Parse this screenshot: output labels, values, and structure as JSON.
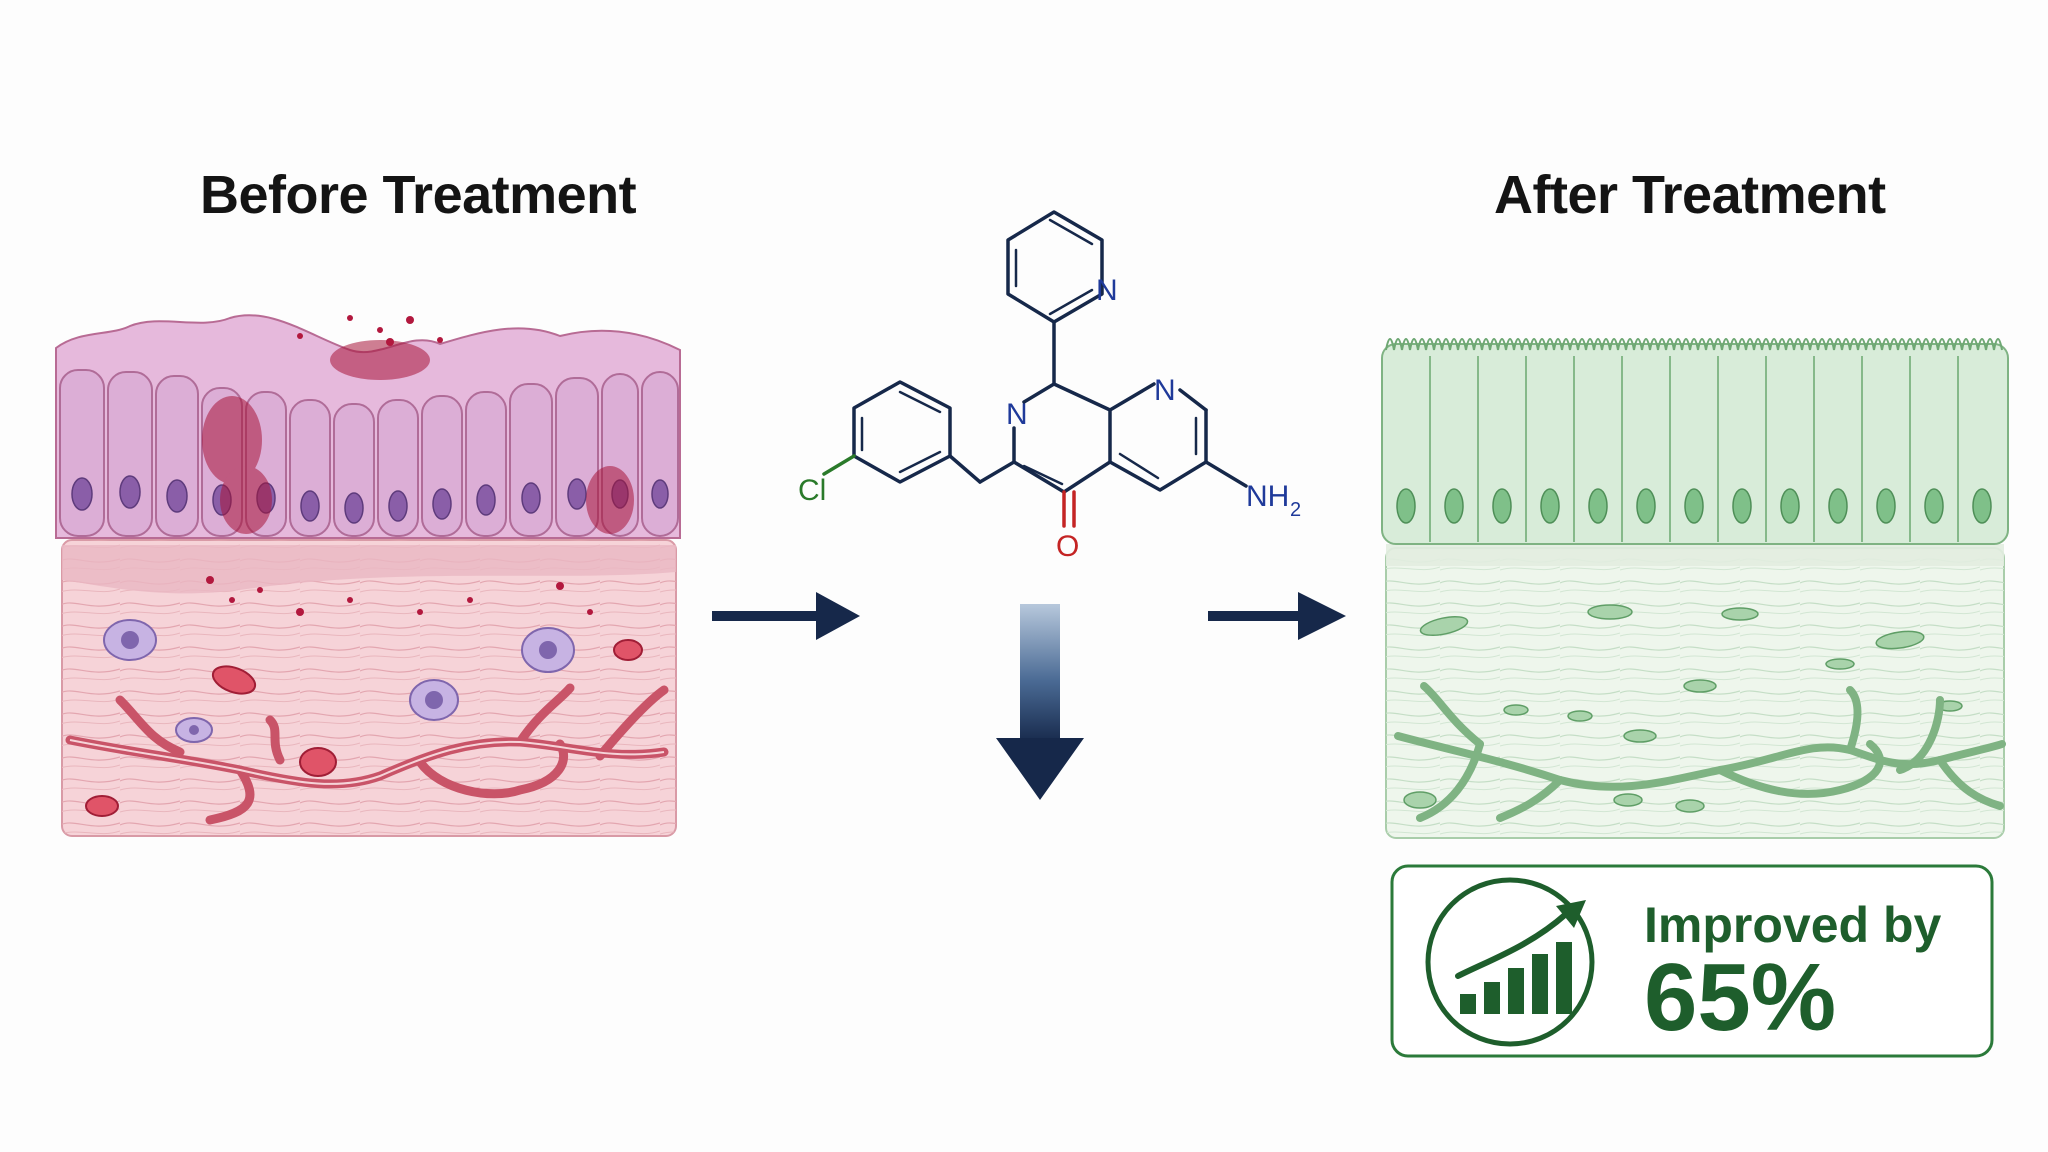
{
  "panels": {
    "before": {
      "title": "Before Treatment"
    },
    "after": {
      "title": "After Treatment"
    }
  },
  "molecule": {
    "atoms": {
      "n_pyridine": "N",
      "n_ring_left": "N",
      "n_ring_right": "N",
      "chlorine": "Cl",
      "oxygen": "O",
      "amine": "NH",
      "amine_subscript": "2"
    }
  },
  "result": {
    "label": "Improved by",
    "value": "65%",
    "improvement_percent": 65
  },
  "colors": {
    "inflamed_tissue": "#f3c9cf",
    "inflamed_epithelium": "#dfb3d6",
    "healthy_tissue": "#e8f2e6",
    "healthy_epithelium": "#d6ead7",
    "arrow": "#16284a",
    "nitrogen": "#1f3a9a",
    "oxygen": "#c42424",
    "chlorine": "#2a7a2a",
    "result_green": "#1e5e2c"
  },
  "icons": [
    "right-arrow-icon",
    "down-arrow-icon",
    "growth-chart-icon"
  ]
}
